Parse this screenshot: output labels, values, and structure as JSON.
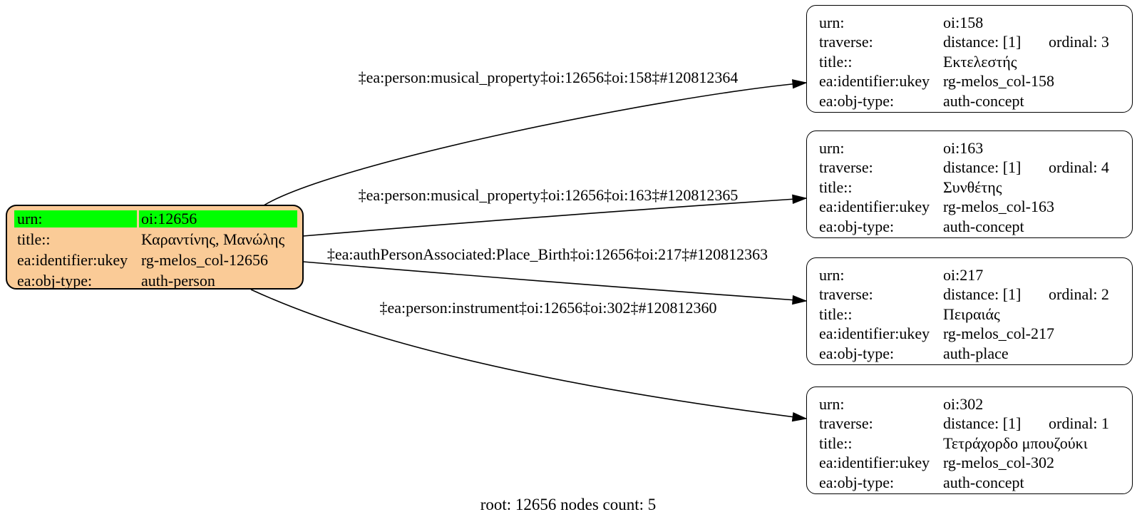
{
  "caption": "root: 12656 nodes count: 5",
  "field_labels": {
    "urn": "urn:",
    "traverse": "traverse:",
    "title": "title::",
    "ukey": "ea:identifier:ukey",
    "objtype": "ea:obj-type:"
  },
  "root": {
    "urn": "oi:12656",
    "title": "Καραντίνης, Μανώλης",
    "ukey": "rg-melos_col-12656",
    "objtype": "auth-person"
  },
  "nodes": [
    {
      "urn": "oi:158",
      "distance": "distance: [1]",
      "ordinal": "ordinal: 3",
      "title": "Εκτελεστής",
      "ukey": "rg-melos_col-158",
      "objtype": "auth-concept"
    },
    {
      "urn": "oi:163",
      "distance": "distance: [1]",
      "ordinal": "ordinal: 4",
      "title": "Συνθέτης",
      "ukey": "rg-melos_col-163",
      "objtype": "auth-concept"
    },
    {
      "urn": "oi:217",
      "distance": "distance: [1]",
      "ordinal": "ordinal: 2",
      "title": "Πειραιάς",
      "ukey": "rg-melos_col-217",
      "objtype": "auth-place"
    },
    {
      "urn": "oi:302",
      "distance": "distance: [1]",
      "ordinal": "ordinal: 1",
      "title": "Τετράχορδο μπουζούκι",
      "ukey": "rg-melos_col-302",
      "objtype": "auth-concept"
    }
  ],
  "edges": [
    {
      "label": "‡ea:person:musical_property‡oi:12656‡oi:158‡#120812364"
    },
    {
      "label": "‡ea:person:musical_property‡oi:12656‡oi:163‡#120812365"
    },
    {
      "label": "‡ea:authPersonAssociated:Place_Birth‡oi:12656‡oi:217‡#120812363"
    },
    {
      "label": "‡ea:person:instrument‡oi:12656‡oi:302‡#120812360"
    }
  ],
  "colors": {
    "root_fill": "#FACB97",
    "highlight": "#00FF00",
    "node_fill": "#FFFFFF",
    "line": "#000000"
  }
}
